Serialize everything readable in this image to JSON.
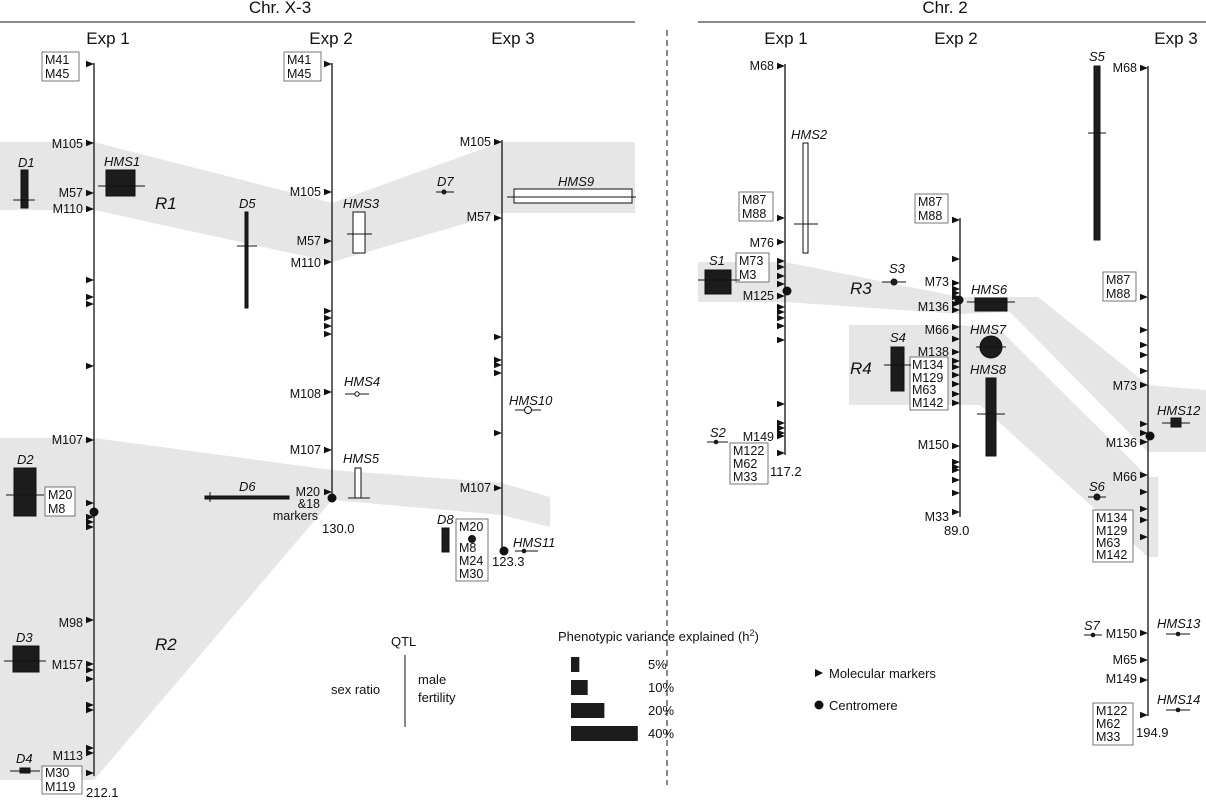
{
  "chromosomes": [
    {
      "title": "Chr. X-3",
      "experiments": [
        "Exp 1",
        "Exp 2",
        "Exp 3"
      ]
    },
    {
      "title": "Chr. 2",
      "experiments": [
        "Exp 1",
        "Exp 2",
        "Exp 3"
      ]
    }
  ],
  "regions": [
    "R1",
    "R2",
    "R3",
    "R4"
  ],
  "qtl_labels": [
    "D1",
    "HMS1",
    "D5",
    "HMS3",
    "D7",
    "HMS9",
    "HMS4",
    "HMS10",
    "D2",
    "D6",
    "HMS5",
    "D8",
    "HMS11",
    "D3",
    "D4",
    "S1",
    "S2",
    "HMS2",
    "S3",
    "HMS6",
    "S4",
    "HMS7",
    "HMS8",
    "S5",
    "HMS12",
    "S6",
    "S7",
    "HMS13",
    "HMS14"
  ],
  "map_lengths": [
    "212.1",
    "130.0",
    "123.3",
    "117.2",
    "89.0",
    "194.9"
  ],
  "markers": {
    "x_exp1": [
      "M105",
      "M57",
      "M110",
      "M107",
      "M20",
      "M8",
      "M98",
      "M157",
      "M113",
      "M30",
      "M119",
      "M41",
      "M45"
    ],
    "x_exp2": [
      "M105",
      "M57",
      "M110",
      "M108",
      "M107",
      "M20",
      "&18",
      "markers",
      "M41",
      "M45"
    ],
    "x_exp3": [
      "M105",
      "M57",
      "M107",
      "M20",
      "M8",
      "M24",
      "M30"
    ],
    "c2_exp1": [
      "M68",
      "M87",
      "M88",
      "M76",
      "M73",
      "M3",
      "M125",
      "M149",
      "M122",
      "M62",
      "M33"
    ],
    "c2_exp2": [
      "M87",
      "M88",
      "M73",
      "M136",
      "M66",
      "M138",
      "M134",
      "M129",
      "M63",
      "M142",
      "M150",
      "M33"
    ],
    "c2_exp3": [
      "M68",
      "M87",
      "M88",
      "M73",
      "M136",
      "M66",
      "M134",
      "M129",
      "M63",
      "M142",
      "M150",
      "M65",
      "M149",
      "M122",
      "M62",
      "M33"
    ]
  },
  "legend": {
    "qtl_title": "QTL",
    "sex_ratio": "sex ratio",
    "male_line1": "male",
    "male_line2": "fertility",
    "variance_title": "Phenotypic variance explained (h",
    "variance_sup": "2",
    "variance_close": ")",
    "variance_levels": [
      {
        "label": "5%",
        "fraction": 0.05
      },
      {
        "label": "10%",
        "fraction": 0.1
      },
      {
        "label": "20%",
        "fraction": 0.2
      },
      {
        "label": "40%",
        "fraction": 0.4
      }
    ],
    "molecular_markers": "Molecular markers",
    "centromere": "Centromere"
  },
  "colors": {
    "band": "#e6e6e6",
    "ink": "#111111",
    "fill": "#1c1c1c"
  }
}
